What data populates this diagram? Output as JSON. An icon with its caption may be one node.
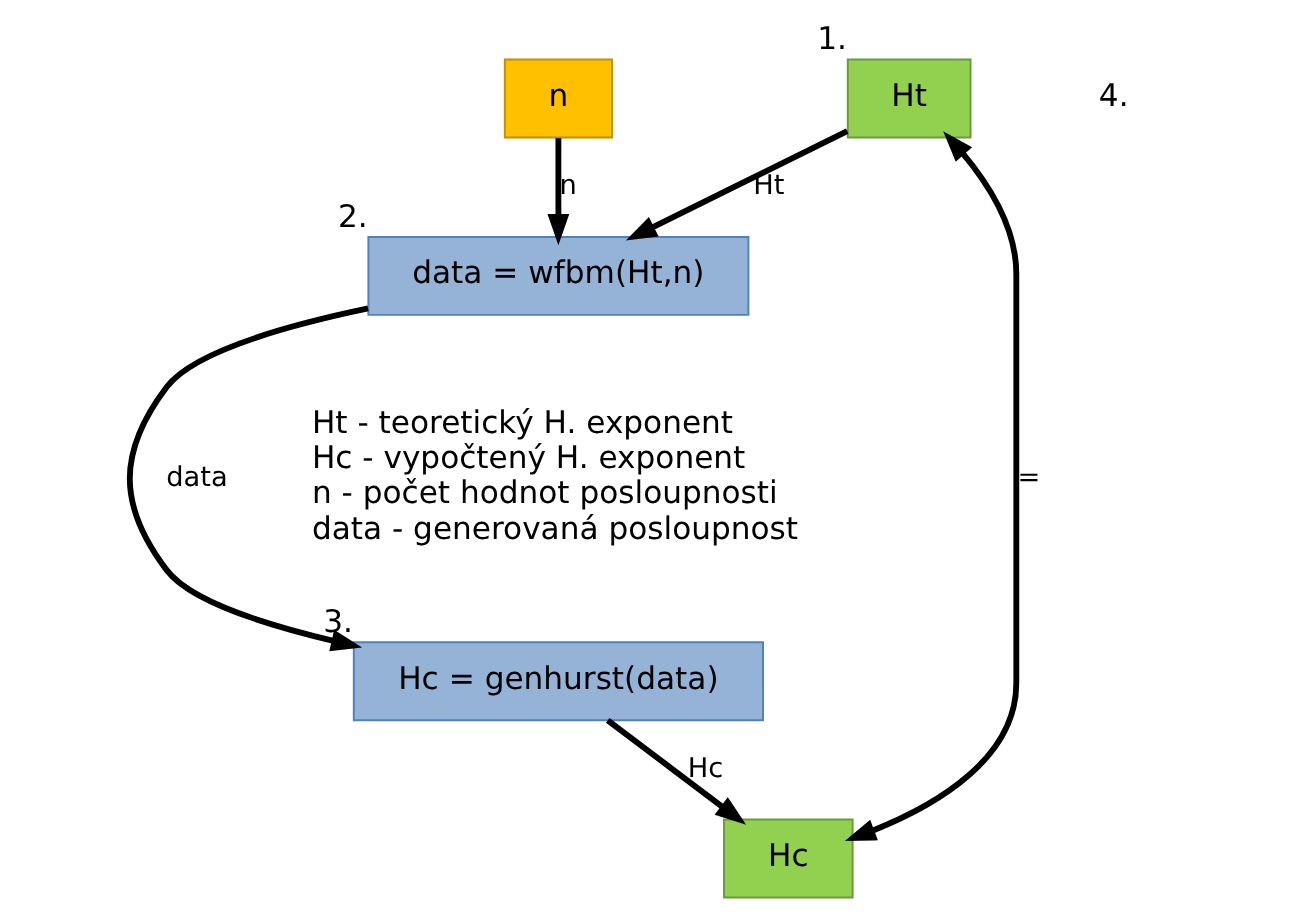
{
  "diagram": {
    "nodes": [
      {
        "text": [
          "n"
        ]
      },
      {
        "text": [
          "data = wfbm(Ht,n)"
        ],
        "beside": [
          "2."
        ]
      },
      {
        "text": [
          "Ht"
        ],
        "beside": [
          "1."
        ]
      },
      {
        "text": [
          "Hc"
        ]
      },
      {
        "text": [
          "Hc = genhurst(data)"
        ],
        "beside": [
          "3."
        ]
      }
    ],
    "edges": [
      {
        "from": 0,
        "to": 1,
        "arrow": "to",
        "label": "n"
      },
      {
        "from": 2,
        "to": 1,
        "arrow": "to",
        "label": "Ht"
      },
      {
        "from": 1,
        "to": 4,
        "arrow": "to",
        "label": "data"
      },
      {
        "from": 4,
        "to": 3,
        "arrow": "to",
        "label": "Hc"
      },
      {
        "from": 2,
        "to": 3,
        "arrow": "both",
        "label": "="
      }
    ],
    "labels": [
      "4.",
      "Ht - teoretický H. exponent",
      "Hc - vypočtený H. exponent",
      "n - počet hodnot posloupnosti",
      "data - generovaná posloupnost"
    ]
  }
}
